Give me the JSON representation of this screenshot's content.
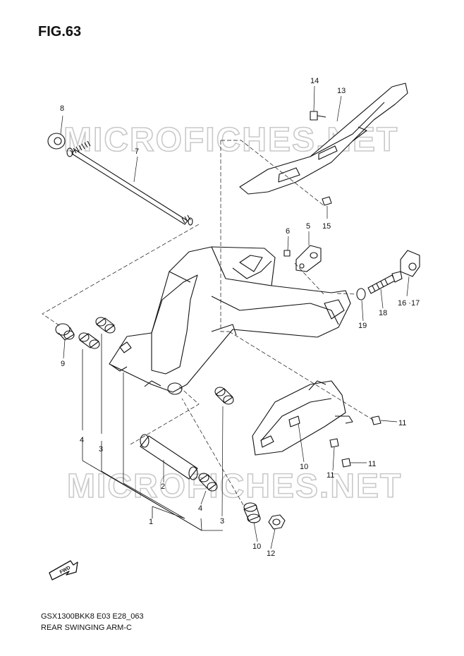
{
  "figure": {
    "title": "FIG.63"
  },
  "watermark": {
    "text": "MICROFICHES.NET"
  },
  "footer": {
    "model_code": "GSX1300BKK8 E03 E28_063",
    "part_group": "REAR SWINGING ARM-C"
  },
  "fwd_label": "FWD",
  "callouts": {
    "c1": "1",
    "c2": "2",
    "c3a": "3",
    "c3b": "3",
    "c4a": "4",
    "c4b": "4",
    "c5": "5",
    "c6": "6",
    "c7": "7",
    "c8": "8",
    "c9": "9",
    "c10a": "10",
    "c10b": "10",
    "c11a": "11",
    "c11b": "11",
    "c11c": "11",
    "c12": "12",
    "c13": "13",
    "c14": "14",
    "c15": "15",
    "c1617": "16 ·17",
    "c18": "18",
    "c19": "19"
  }
}
